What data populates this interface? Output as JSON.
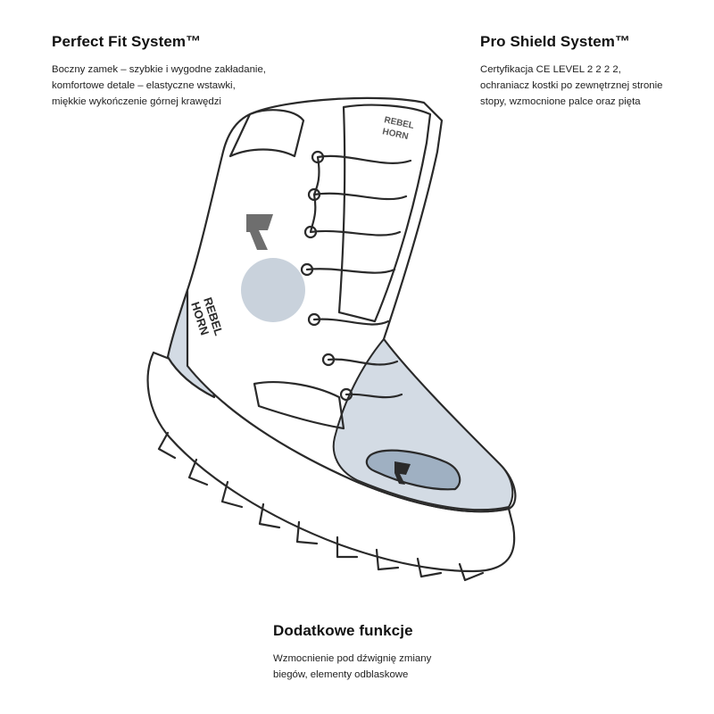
{
  "features": {
    "left": {
      "title": "Perfect Fit System™",
      "lines": [
        "Boczny zamek – szybkie i wygodne zakładanie,",
        "komfortowe detale – elastyczne wstawki,",
        "miękkie wykończenie górnej krawędzi"
      ]
    },
    "right": {
      "title": "Pro Shield System™",
      "lines": [
        "Certyfikacja CE LEVEL 2 2 2 2,",
        "ochraniacz kostki po zewnętrznej stronie",
        "stopy, wzmocnione palce oraz pięta"
      ]
    },
    "bottom": {
      "title": "Dodatkowe funkcje",
      "lines": [
        "Wzmocnienie pod dźwignię zmiany",
        "biegów, elementy odblaskowe"
      ]
    }
  },
  "boot": {
    "brand_text_line1": "REBEL",
    "brand_text_line2": "HORN",
    "colors": {
      "outline": "#2a2a2a",
      "upper_fill": "#ffffff",
      "protector_fill": "#d3dbe4",
      "toe_guard_fill": "#9fb0c2",
      "logo_fill": "#6e6e6e"
    }
  }
}
